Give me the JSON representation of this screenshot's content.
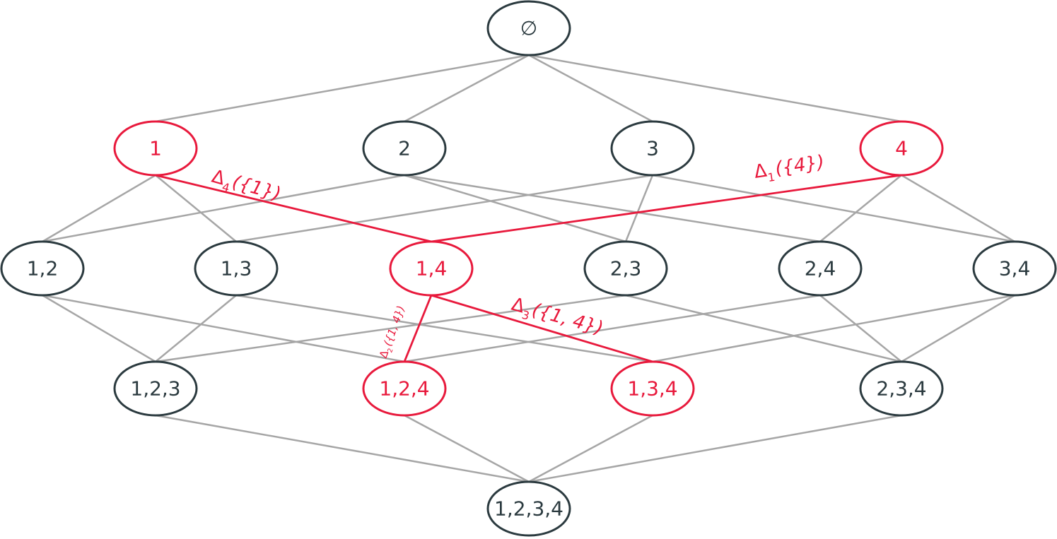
{
  "colors": {
    "edge": "#a6a6a6",
    "node_stroke": "#2b3a3f",
    "node_text": "#2b3a3f",
    "highlight": "#e8193c",
    "background": "#ffffff"
  },
  "nodes": [
    {
      "id": "empty",
      "label": "∅",
      "rank": 0,
      "highlighted": false
    },
    {
      "id": "1",
      "label": "1",
      "rank": 1,
      "highlighted": true
    },
    {
      "id": "2",
      "label": "2",
      "rank": 1,
      "highlighted": false
    },
    {
      "id": "3",
      "label": "3",
      "rank": 1,
      "highlighted": false
    },
    {
      "id": "4",
      "label": "4",
      "rank": 1,
      "highlighted": true
    },
    {
      "id": "12",
      "label": "1,2",
      "rank": 2,
      "highlighted": false
    },
    {
      "id": "13",
      "label": "1,3",
      "rank": 2,
      "highlighted": false
    },
    {
      "id": "14",
      "label": "1,4",
      "rank": 2,
      "highlighted": true
    },
    {
      "id": "23",
      "label": "2,3",
      "rank": 2,
      "highlighted": false
    },
    {
      "id": "24",
      "label": "2,4",
      "rank": 2,
      "highlighted": false
    },
    {
      "id": "34",
      "label": "3,4",
      "rank": 2,
      "highlighted": false
    },
    {
      "id": "123",
      "label": "1,2,3",
      "rank": 3,
      "highlighted": false
    },
    {
      "id": "124",
      "label": "1,2,4",
      "rank": 3,
      "highlighted": true
    },
    {
      "id": "134",
      "label": "1,3,4",
      "rank": 3,
      "highlighted": true
    },
    {
      "id": "234",
      "label": "2,3,4",
      "rank": 3,
      "highlighted": false
    },
    {
      "id": "1234",
      "label": "1,2,3,4",
      "rank": 4,
      "highlighted": false
    }
  ],
  "edges": [
    {
      "from": "empty",
      "to": "1"
    },
    {
      "from": "empty",
      "to": "2"
    },
    {
      "from": "empty",
      "to": "3"
    },
    {
      "from": "empty",
      "to": "4"
    },
    {
      "from": "1",
      "to": "12"
    },
    {
      "from": "1",
      "to": "13"
    },
    {
      "from": "1",
      "to": "14",
      "highlighted": true
    },
    {
      "from": "2",
      "to": "12"
    },
    {
      "from": "2",
      "to": "23"
    },
    {
      "from": "2",
      "to": "24"
    },
    {
      "from": "3",
      "to": "13"
    },
    {
      "from": "3",
      "to": "23"
    },
    {
      "from": "3",
      "to": "34"
    },
    {
      "from": "4",
      "to": "14",
      "highlighted": true
    },
    {
      "from": "4",
      "to": "24"
    },
    {
      "from": "4",
      "to": "34"
    },
    {
      "from": "12",
      "to": "123"
    },
    {
      "from": "12",
      "to": "124"
    },
    {
      "from": "13",
      "to": "123"
    },
    {
      "from": "13",
      "to": "134"
    },
    {
      "from": "14",
      "to": "124",
      "highlighted": true
    },
    {
      "from": "14",
      "to": "134",
      "highlighted": true
    },
    {
      "from": "23",
      "to": "123"
    },
    {
      "from": "23",
      "to": "234"
    },
    {
      "from": "24",
      "to": "124"
    },
    {
      "from": "24",
      "to": "234"
    },
    {
      "from": "34",
      "to": "134"
    },
    {
      "from": "34",
      "to": "234"
    },
    {
      "from": "123",
      "to": "1234"
    },
    {
      "from": "124",
      "to": "1234"
    },
    {
      "from": "134",
      "to": "1234"
    },
    {
      "from": "234",
      "to": "1234"
    }
  ],
  "edge_labels": [
    {
      "edge": "1-14",
      "symbol": "Δ",
      "sub": "4",
      "arg": "({1})"
    },
    {
      "edge": "4-14",
      "symbol": "Δ",
      "sub": "1",
      "arg": "({4})"
    },
    {
      "edge": "14-124",
      "symbol": "Δ",
      "sub": "2",
      "arg": "({1, 4})"
    },
    {
      "edge": "14-134",
      "symbol": "Δ",
      "sub": "3",
      "arg": "({1, 4})"
    }
  ]
}
